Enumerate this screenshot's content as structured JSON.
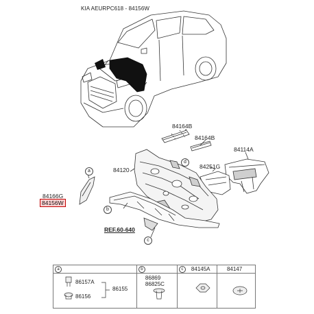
{
  "header": {
    "title": "KIA AEURPC618 - 84156W"
  },
  "callouts": {
    "a": "a",
    "b": "b",
    "c": "c",
    "d": "d"
  },
  "parts": {
    "p84164b_1": "84164B",
    "p84164b_2": "84164B",
    "p84114a": "84114A",
    "p84251g": "84251G",
    "p84120": "84120",
    "p84166g": "84166G",
    "p84156w": "84156W",
    "ref": "REF.60-640"
  },
  "legend": {
    "headers": [
      {
        "letter": "a",
        "part": ""
      },
      {
        "letter": "b",
        "part": ""
      },
      {
        "letter": "c",
        "part": "84145A"
      },
      {
        "letter": "",
        "part": "84147"
      }
    ],
    "cell_a": {
      "p1": "86157A",
      "p2": "86156",
      "p3": "86155"
    },
    "cell_b": {
      "p1": "86869",
      "p2": "86825C"
    }
  },
  "colors": {
    "highlight": "#c00000",
    "highlight_fill": "#ffd2d2",
    "line": "#333333"
  }
}
